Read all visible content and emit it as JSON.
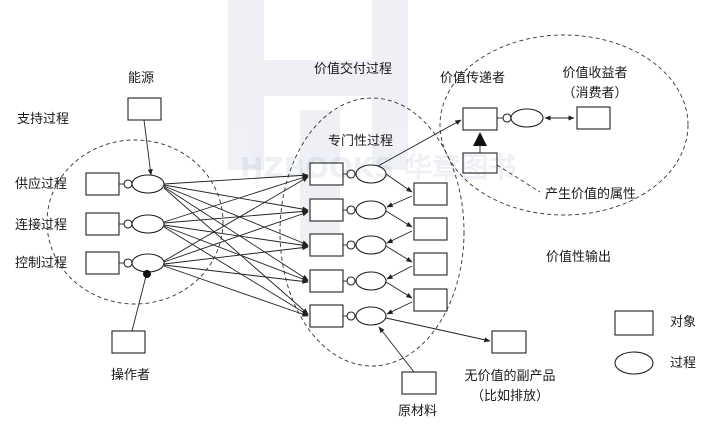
{
  "labels": {
    "energy": "能源",
    "support": "支持过程",
    "supply": "供应过程",
    "connect": "连接过程",
    "control": "控制过程",
    "operator": "操作者",
    "value_delivery": "价值交付过程",
    "specialized": "专门性过程",
    "value_transmitter": "价值传递者",
    "value_beneficiary": "价值收益者",
    "consumer": "（消费者）",
    "value_attribute": "产生价值的属性",
    "value_output": "价值性输出",
    "byproduct": "无价值的副产品",
    "byproduct_example": "（比如排放）",
    "raw_material": "原材料"
  },
  "legend": {
    "object": "对象",
    "process": "过程"
  },
  "watermark": "HZBOOKS 华章图书"
}
